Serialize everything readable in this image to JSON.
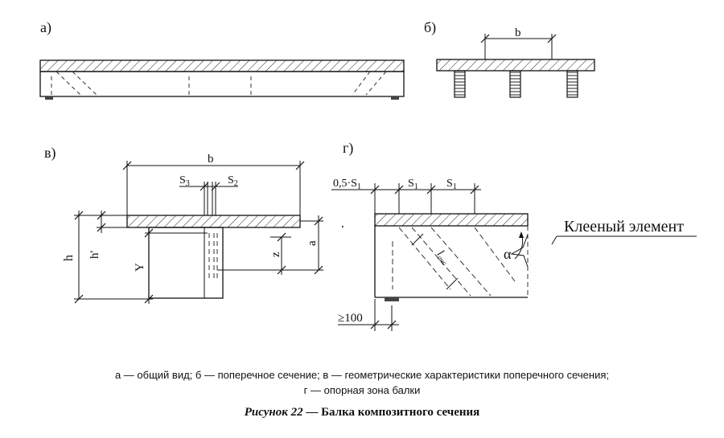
{
  "panel_labels": {
    "a": "а)",
    "b": "б)",
    "v": "в)",
    "g": "г)"
  },
  "dims": {
    "b_top": "b",
    "b_section": "b",
    "s3": "S",
    "s3_sub": "3",
    "s2": "S",
    "s2_sub": "2",
    "h": "h",
    "h_prime": "h'",
    "y": "Y",
    "z": "z",
    "a": "a",
    "half_s1": "0,5·S",
    "half_s1_sub": "1",
    "s1": "S",
    "s1_sub": "1",
    "alpha": "α",
    "lanc": "l",
    "lanc_sub": "анс",
    "support": "≥100"
  },
  "callout": "Клееный элемент",
  "legend": {
    "line1": "а — общий вид; б — поперечное сечение; в — геометрические характеристики поперечного сечения;",
    "line2": "г — опорная зона балки"
  },
  "title": {
    "prefix": "Рисунок 22",
    "text": " — Балка композитного сечения"
  }
}
